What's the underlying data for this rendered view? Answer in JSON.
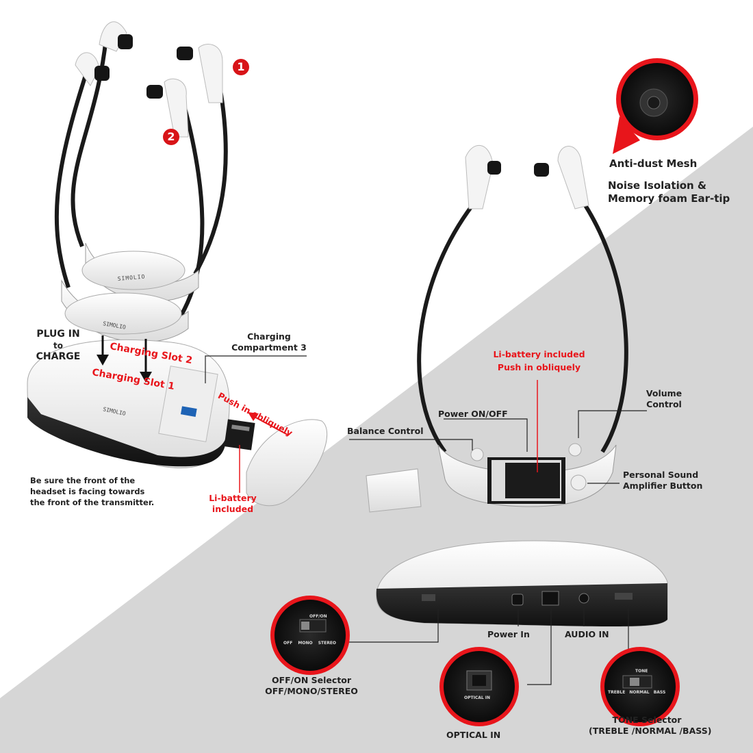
{
  "badges": {
    "one": "1",
    "two": "2"
  },
  "brand_text": "SIMOLIO",
  "left": {
    "plug_in": [
      "PLUG IN",
      "to",
      "CHARGE"
    ],
    "slot2": "Charging Slot 2",
    "slot1": "Charging Slot 1",
    "compartment": [
      "Charging",
      "Compartment 3"
    ],
    "push": "Push in obliquely",
    "battery": [
      "Li-battery",
      "included"
    ],
    "note": [
      "Be sure the front of the",
      "headset is facing towards",
      "the front of the transmitter."
    ]
  },
  "right": {
    "anti_dust": "Anti-dust Mesh",
    "noise": [
      "Noise Isolation &",
      "Memory foam Ear-tip"
    ],
    "battery_included": "Li-battery included",
    "push": "Push in obliquely",
    "volume": [
      "Volume",
      "Control"
    ],
    "power_onoff": "Power ON/OFF",
    "balance": "Balance Control",
    "psa": [
      "Personal Sound",
      "Amplifier Button"
    ]
  },
  "transmitter": {
    "power_in": "Power In",
    "audio_in": "AUDIO IN",
    "selector_title": [
      "OFF/ON Selector",
      "OFF/MONO/STEREO"
    ],
    "optical_in": "OPTICAL IN",
    "tone": [
      "TONE Selector",
      "(TREBLE /NORMAL /BASS)"
    ],
    "zoom_selector_labels": [
      "OFF",
      "MONO",
      "STEREO"
    ],
    "zoom_selector_top": "OFF/ON",
    "zoom_optical": "OPTICAL IN",
    "zoom_tone_labels": [
      "TREBLE",
      "NORMAL",
      "BASS"
    ],
    "zoom_tone_top": "TONE"
  },
  "colors": {
    "accent_red": "#e8151b",
    "bg_gray": "#d6d6d6",
    "label_dark": "#222222"
  }
}
